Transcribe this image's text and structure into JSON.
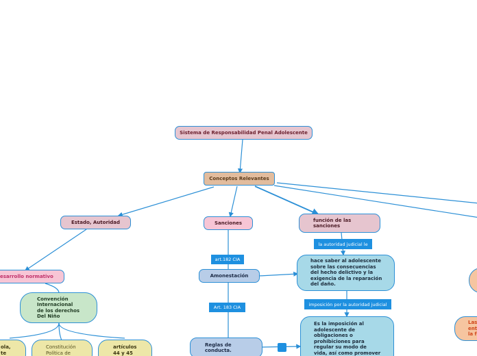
{
  "colors": {
    "line": "#2b8fd6",
    "label_bg": "#1e90e0",
    "pink_node": "#e6c5cf",
    "tan_node": "#e2bc9d",
    "light_pink_node": "#f7c5d5",
    "blue_node": "#b8cde8",
    "cyan_node": "#a7d9e8",
    "green_node": "#c8e6c9",
    "yellow_node": "#ede7a8",
    "peach_node": "#f6c5a0"
  },
  "nodes": {
    "root": "Sistema de Responsabilidad Penal Adolescente",
    "conceptos": "Conceptos Relevantes",
    "estado": "Estado, Autoridad",
    "sanciones": "Sanciones",
    "funcion": "función de las\nsanciones",
    "desarrollo": "Desarrollo normativo",
    "amonestacion": "Amonestación",
    "hacer_saber": "hace saber al adolescente\nsobre las consecuencias\ndel hecho delictivo y la\nexigencia de la reparación\ndel daño.",
    "convencion": "Convención\nInternacional\nde los derechos\nDel Niño",
    "reglas": "Reglas de\nconducta.",
    "imposicion": "Es la imposición al\nadolescente de\nobligaciones o\nprohibiciones para\nregular su modo de\nvida, así como promover",
    "constitucion_partial": "Constitución\nPolítica de",
    "articulos": "artículos\n44 y 45",
    "left_cut": "ola,\nte",
    "right_cut": "Las\nent\nla f"
  },
  "labels": {
    "autoridad_judicial": "la autoridad judicial le",
    "art182": "art.182 CIA",
    "art183": "Art. 183 CIA",
    "imposicion_por": "imposición por la autoridad judicial"
  }
}
